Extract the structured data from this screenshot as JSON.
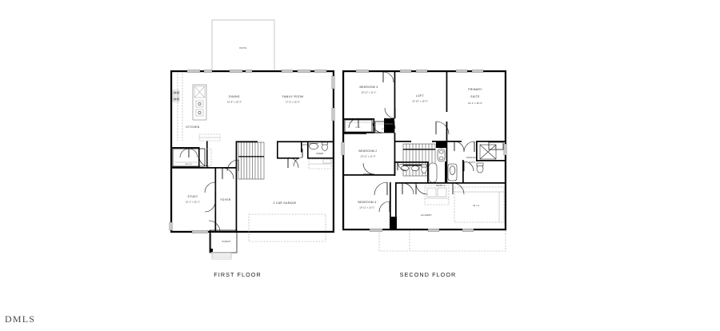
{
  "document": {
    "type": "residential-floor-plan",
    "watermark": "DMLS",
    "background_color": "#ffffff",
    "line_color": "#000000",
    "patio_outline_color": "#b9b9b9"
  },
  "floors": [
    {
      "id": "first-floor",
      "title": "FIRST FLOOR",
      "rooms": [
        {
          "name": "PATIO",
          "dimensions": ""
        },
        {
          "name": "DINING",
          "dimensions": "10'-9\" x 15'-3\""
        },
        {
          "name": "FAMILY ROOM",
          "dimensions": "17'-5\" x 15'-3\""
        },
        {
          "name": "KITCHEN",
          "dimensions": ""
        },
        {
          "name": "PANTRY",
          "dimensions": ""
        },
        {
          "name": "ENTRY",
          "dimensions": ""
        },
        {
          "name": "PWDR",
          "dimensions": ""
        },
        {
          "name": "STUDY",
          "dimensions": "10'-1\" x 15'-1\""
        },
        {
          "name": "FOYER",
          "dimensions": ""
        },
        {
          "name": "2 CAR GARAGE",
          "dimensions": ""
        },
        {
          "name": "PORCH",
          "dimensions": ""
        }
      ]
    },
    {
      "id": "second-floor",
      "title": "SECOND FLOOR",
      "rooms": [
        {
          "name": "BEDROOM 3",
          "dimensions": "10'-11\" x 11'-1\""
        },
        {
          "name": "LOFT",
          "dimensions": "12'-10\" x 15'-3\""
        },
        {
          "name": "PRIMARY SUITE",
          "dimensions": "13'-1\" x 16'-3\"",
          "name_line1": "PRIMARY",
          "name_line2": "SUITE"
        },
        {
          "name": "W.I.C.",
          "dimensions": ""
        },
        {
          "name": "W.I.C.",
          "dimensions": ""
        },
        {
          "name": "BEDROOM 2",
          "dimensions": "10'-11\" x 11'-0\""
        },
        {
          "name": "PRIMARY BATH",
          "dimensions": "",
          "name_line1": "PRIMARY",
          "name_line2": "BATH"
        },
        {
          "name": "BATH 2",
          "dimensions": ""
        },
        {
          "name": "BEDROOM 4",
          "dimensions": "10'-11\" x 12'-1\""
        },
        {
          "name": "LAUNDRY",
          "dimensions": ""
        },
        {
          "name": "W.I.C.",
          "dimensions": ""
        }
      ]
    }
  ],
  "labels": {
    "patio": "PATIO",
    "dining": "DINING",
    "dining_dim": "10'-9\" x 15'-3\"",
    "family_room": "FAMILY ROOM",
    "family_room_dim": "17'-5\" x 15'-3\"",
    "kitchen": "KITCHEN",
    "pantry": "PANTRY",
    "entry": "ENTRY",
    "pwdr": "PWDR",
    "study": "STUDY",
    "study_dim": "10'-1\" x 15'-1\"",
    "foyer": "FOYER",
    "garage": "2 CAR GARAGE",
    "porch": "PORCH",
    "first_floor_title": "FIRST FLOOR",
    "bedroom3": "BEDROOM 3",
    "bedroom3_dim": "10'-11\" x 11'-1\"",
    "loft": "LOFT",
    "loft_dim": "12'-10\" x 15'-3\"",
    "primary_1": "PRIMARY",
    "primary_2": "SUITE",
    "primary_dim": "13'-1\" x 16'-3\"",
    "wic_a": "W.I.C.",
    "wic_b": "W.I.C.",
    "wic_c": "W.I.C.",
    "bedroom2": "BEDROOM 2",
    "bedroom2_dim": "10'-11\" x 11'-0\"",
    "primary_bath_1": "PRIMARY",
    "primary_bath_2": "BATH",
    "bath2": "BATH 2",
    "bedroom4": "BEDROOM 4",
    "bedroom4_dim": "10'-11\" x 12'-1\"",
    "laundry": "LAUNDRY",
    "linen": "LINEN",
    "second_floor_title": "SECOND FLOOR",
    "watermark": "DMLS"
  }
}
